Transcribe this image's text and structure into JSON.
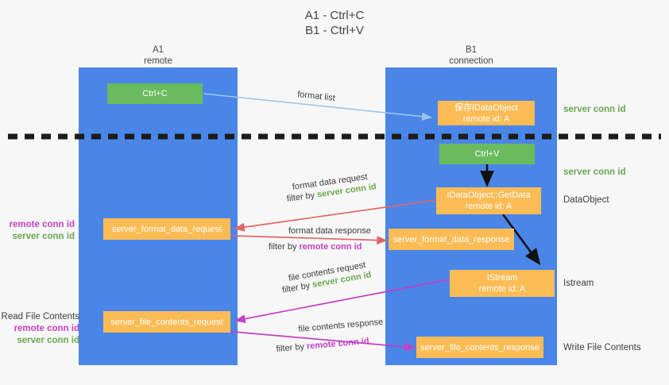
{
  "title": {
    "line1": "A1 - Ctrl+C",
    "line2": "B1 - Ctrl+V"
  },
  "lanes": [
    {
      "id": "a1",
      "name": "A1",
      "role": "remote",
      "color": "#4a86e8"
    },
    {
      "id": "b1",
      "name": "B1",
      "role": "connection",
      "color": "#4a86e8"
    }
  ],
  "nodes": {
    "ctrl_c": {
      "label": "Ctrl+C",
      "color": "#6aba5e"
    },
    "ctrl_v": {
      "label": "Ctrl+V",
      "color": "#6aba5e"
    },
    "save_dataobject": {
      "line1": "保存IDataObject",
      "line2": "remote id: A",
      "color": "#fbbc56"
    },
    "getdata": {
      "line1": "IDataObject::GetData",
      "line2": "remote id: A",
      "color": "#fbbc56"
    },
    "istream": {
      "line1": "IStream",
      "line2": "remote id: A",
      "color": "#fbbc56"
    },
    "format_data_request": {
      "label": "server_format_data_request",
      "color": "#fbbc56"
    },
    "format_data_response": {
      "label": "server_format_data_response",
      "color": "#fbbc56"
    },
    "file_contents_request": {
      "label": "server_file_contents_request",
      "color": "#fbbc56"
    },
    "file_contents_response": {
      "label": "server_file_contents_response",
      "color": "#fbbc56"
    }
  },
  "side_labels": {
    "server_conn_id_1": "server conn id",
    "server_conn_id_2": "server conn id",
    "dataobject": "DataObject",
    "istream": "Istream",
    "write_file_contents": "Write File Contents"
  },
  "left_notes": {
    "read_file_contents": "Read File Contents",
    "remote_conn_id_1": "remote conn id",
    "server_conn_id_1": "server conn id",
    "remote_conn_id_2": "remote conn id",
    "server_conn_id_2": "server conn id"
  },
  "edges": {
    "format_list": {
      "label": "format list",
      "color": "#9fc5e8"
    },
    "format_data_request": {
      "label": "format data request",
      "filter_prefix": "filter by ",
      "filter_value": "server conn id",
      "filter_color": "#6aa84f",
      "color": "#e06666"
    },
    "format_data_response": {
      "label": "format data response",
      "filter_prefix": "filter by ",
      "filter_value": "remote conn id",
      "filter_color": "#c340c3",
      "color": "#e06666"
    },
    "file_contents_request": {
      "label": "file contents request",
      "filter_prefix": "filter by ",
      "filter_value": "server conn id",
      "filter_color": "#6aa84f",
      "color": "#c340c3"
    },
    "file_contents_response": {
      "label": "file contents response",
      "filter_prefix": "filter by ",
      "filter_value": "remote conn id",
      "filter_color": "#c340c3",
      "color": "#c340c3"
    }
  },
  "divider": {
    "name": "dashed-divider",
    "color": "#1c1c1c"
  }
}
